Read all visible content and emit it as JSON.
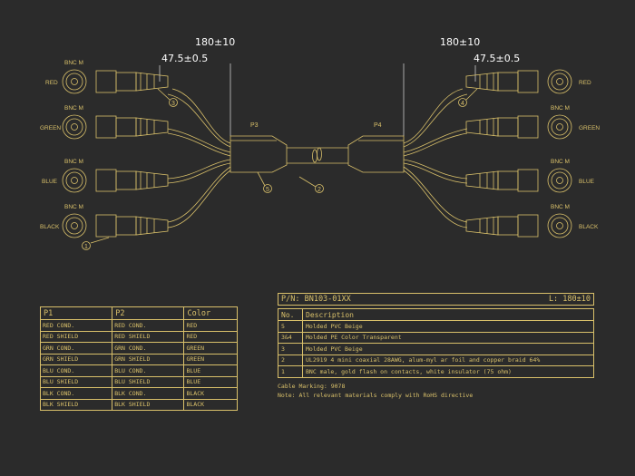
{
  "dimensions": {
    "left_overall": "180±10",
    "right_overall": "180±10",
    "left_breakout": "47.5±0.5",
    "right_breakout": "47.5±0.5"
  },
  "connectors": {
    "type_label": "BNC M",
    "colors": [
      "RED",
      "GREEN",
      "BLUE",
      "BLACK"
    ]
  },
  "plugs": {
    "left": "P3",
    "right": "P4"
  },
  "callouts": [
    "1",
    "2",
    "3",
    "4",
    "5"
  ],
  "pin_table": {
    "headers": [
      "P1",
      "P2",
      "Color"
    ],
    "rows": [
      [
        "RED COND.",
        "RED COND.",
        "RED"
      ],
      [
        "RED SHIELD",
        "RED SHIELD",
        "RED"
      ],
      [
        "GRN COND.",
        "GRN COND.",
        "GREEN"
      ],
      [
        "GRN SHIELD",
        "GRN SHIELD",
        "GREEN"
      ],
      [
        "BLU COND.",
        "BLU COND.",
        "BLUE"
      ],
      [
        "BLU SHIELD",
        "BLU SHIELD",
        "BLUE"
      ],
      [
        "BLK COND.",
        "BLK COND.",
        "BLACK"
      ],
      [
        "BLK SHIELD",
        "BLK SHIELD",
        "BLACK"
      ]
    ]
  },
  "bom": {
    "part_number": "P/N: BN103-01XX",
    "length": "L: 180±10",
    "headers": [
      "No.",
      "Description"
    ],
    "rows": [
      [
        "5",
        "Molded PVC Beige"
      ],
      [
        "3&4",
        "Molded PE Color Transparent"
      ],
      [
        "3",
        "Molded PVC Beige"
      ],
      [
        "2",
        "UL2919 4 mini coaxial 28AWG, alum-myl ar foil and copper braid 64%"
      ],
      [
        "1",
        "BNC male, gold flash on contacts, white insulator (75 ohm)"
      ]
    ]
  },
  "notes": {
    "marking": "Cable Marking: 9078",
    "rohs": "Note: All relevant materials comply with RoHS directive"
  }
}
